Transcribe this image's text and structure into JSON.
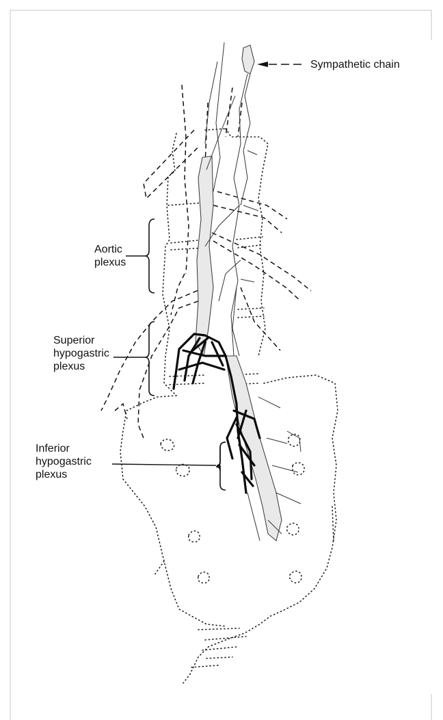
{
  "labels": {
    "sympathetic_chain": "Sympathetic chain",
    "aortic_plexus": "Aortic\nplexus",
    "superior_hypogastric_plexus": "Superior\nhypogastric\nplexus",
    "inferior_hypogastric_plexus": "Inferior\nhypogastric\nplexus"
  }
}
